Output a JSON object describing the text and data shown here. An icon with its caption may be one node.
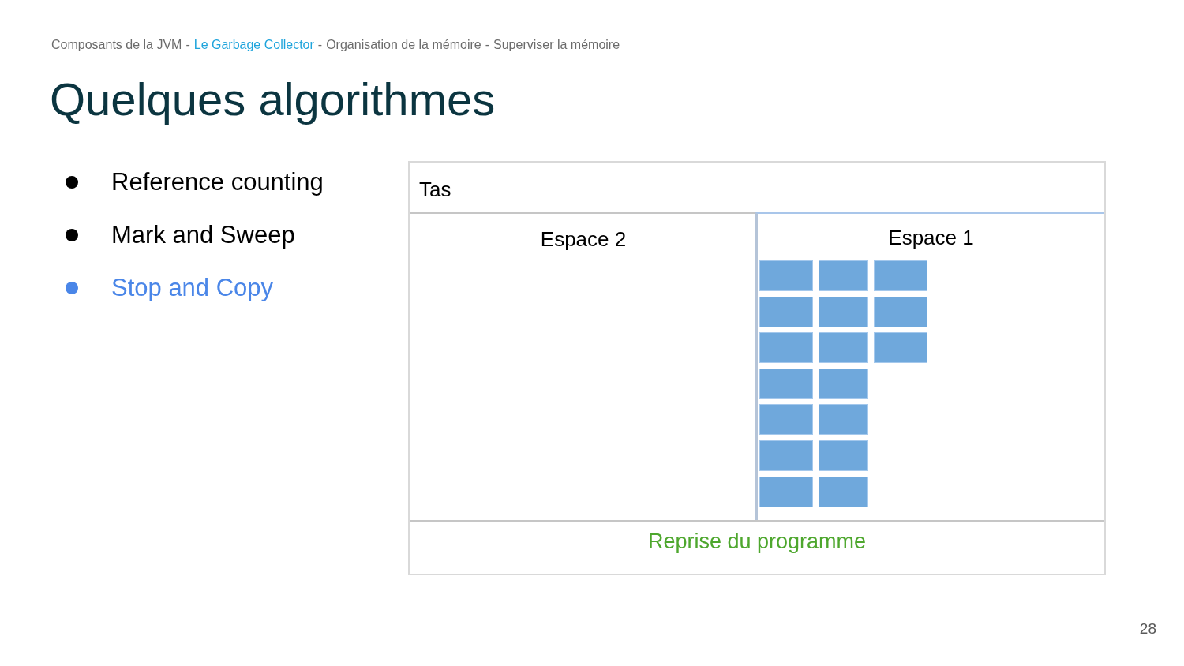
{
  "diagram": {
    "title": "Quelques algorithmes",
    "nodes": [
      {
        "text": [
          "Tas"
        ]
      },
      {
        "text": [
          "Espace 2"
        ],
        "in": 0
      },
      {
        "text": [
          "Espace 1"
        ],
        "in": 0
      },
      {
        "text": [
          "Reprise du programme"
        ],
        "in": 0
      },
      {
        "text": [],
        "shape": "box",
        "in": 2
      },
      {
        "text": [],
        "shape": "box",
        "in": 2
      },
      {
        "text": [],
        "shape": "box",
        "in": 2
      },
      {
        "text": [],
        "shape": "box",
        "in": 2
      },
      {
        "text": [],
        "shape": "box",
        "in": 2
      },
      {
        "text": [],
        "shape": "box",
        "in": 2
      },
      {
        "text": [],
        "shape": "box",
        "in": 2
      },
      {
        "text": [],
        "shape": "box",
        "in": 2
      },
      {
        "text": [],
        "shape": "box",
        "in": 2
      },
      {
        "text": [],
        "shape": "box",
        "in": 2
      },
      {
        "text": [],
        "shape": "box",
        "in": 2
      },
      {
        "text": [],
        "shape": "box",
        "in": 2
      },
      {
        "text": [],
        "shape": "box",
        "in": 2
      },
      {
        "text": [],
        "shape": "box",
        "in": 2
      },
      {
        "text": [],
        "shape": "box",
        "in": 2
      },
      {
        "text": [],
        "shape": "box",
        "in": 2
      },
      {
        "text": [],
        "shape": "box",
        "in": 2
      }
    ],
    "labels": [
      "Composants de la JVM",
      "-",
      "Le Garbage Collector",
      "-",
      "Organisation de la mémoire",
      "-",
      "Superviser la mémoire",
      "Reference counting",
      "Mark and Sweep",
      "Stop and Copy",
      "28"
    ]
  }
}
